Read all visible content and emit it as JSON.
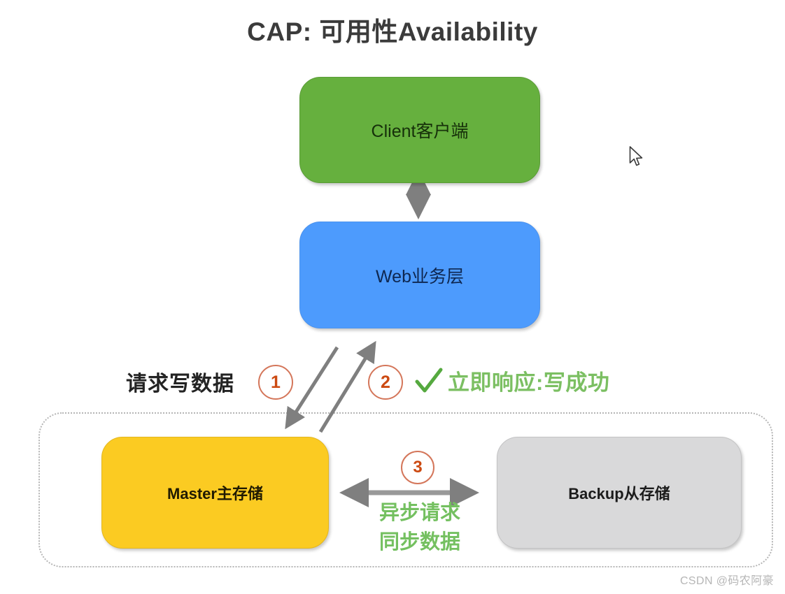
{
  "title": "CAP: 可用性Availability",
  "nodes": {
    "client": {
      "label": "Client客户端",
      "color": "#66b03e"
    },
    "web": {
      "label": "Web业务层",
      "color": "#4d9bfd"
    },
    "master": {
      "label": "Master主存储",
      "color": "#fbcb22"
    },
    "backup": {
      "label": "Backup从存储",
      "color": "#d9d9da"
    }
  },
  "steps": {
    "one": "1",
    "two": "2",
    "three": "3"
  },
  "labels": {
    "request_write": "请求写数据",
    "respond_success": "立即响应:写成功",
    "sync_line1": "异步请求",
    "sync_line2": "同步数据"
  },
  "colors": {
    "step_circle_border": "#d4765a",
    "step_number": "#cc4a12",
    "green_text": "#74c060",
    "check_mark": "#55a93f",
    "arrow_gray": "#7f7f7f",
    "dashed_border": "#b5b5b5",
    "title_text": "#3b3b3b"
  },
  "watermark": "CSDN @码农阿豪",
  "icons": {
    "check": "check-mark-icon",
    "cursor": "mouse-cursor-icon"
  }
}
